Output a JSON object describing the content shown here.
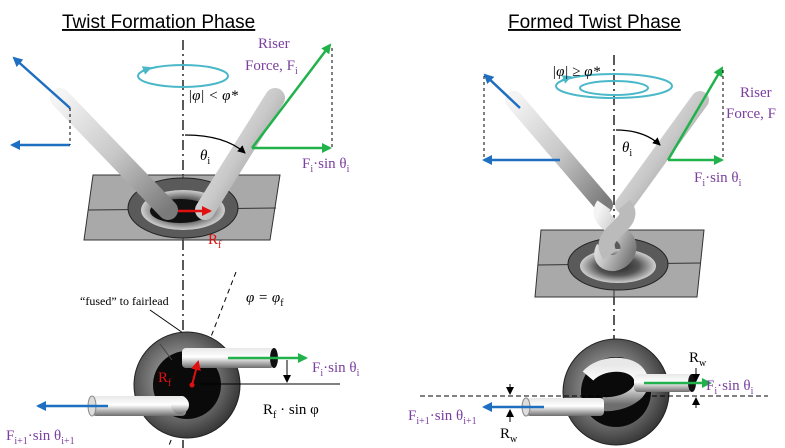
{
  "colors": {
    "riser_force": "#7a3fa0",
    "green_arrow": "#22b24c",
    "blue_arrow": "#1f6fc0",
    "red_arrow": "#e01010",
    "swirl": "#4ab8c8"
  },
  "left": {
    "title": "Twist Formation Phase",
    "riser_label": "Riser",
    "force_label": "Force, F",
    "force_sub": "i",
    "phi_condition": "|φ| < φ*",
    "theta": "θ",
    "theta_sub": "i",
    "fsin_top": {
      "main": "F",
      "sub": "i",
      "rest": "·sin θ",
      "rest_sub": "i"
    },
    "rf": {
      "main": "R",
      "sub": "f"
    },
    "fused": "“fused” to fairlead",
    "phi_eq": "φ = φ",
    "phi_eq_sub": "f",
    "fsin_bottom": {
      "main": "F",
      "sub": "i",
      "rest": "·sin θ",
      "rest_sub": "i"
    },
    "rf_bottom": {
      "main": "R",
      "sub": "f"
    },
    "rf_sin": {
      "main": "R",
      "sub": "f",
      "rest": " · sin φ"
    },
    "fi1_sin": {
      "main": "F",
      "sub": "i+1",
      "rest": "·sin θ",
      "rest_sub": "i+1"
    }
  },
  "right": {
    "title": "Formed Twist Phase",
    "phi_condition": "|φ| ≥ φ*",
    "riser_label": "Riser",
    "force_label": "Force, F",
    "theta": "θ",
    "theta_sub": "i",
    "fsin_top": {
      "main": "F",
      "sub": "i",
      "rest": "·sin θ",
      "rest_sub": "i"
    },
    "rw_top": {
      "main": "R",
      "sub": "w"
    },
    "fsin_bottom": {
      "main": "F",
      "sub": "i",
      "rest": "·sin θ",
      "rest_sub": "i"
    },
    "fi1_sin": {
      "main": "F",
      "sub": "i+1",
      "rest": "·sin θ",
      "rest_sub": "i+1"
    },
    "rw_bottom": {
      "main": "R",
      "sub": "w"
    }
  }
}
